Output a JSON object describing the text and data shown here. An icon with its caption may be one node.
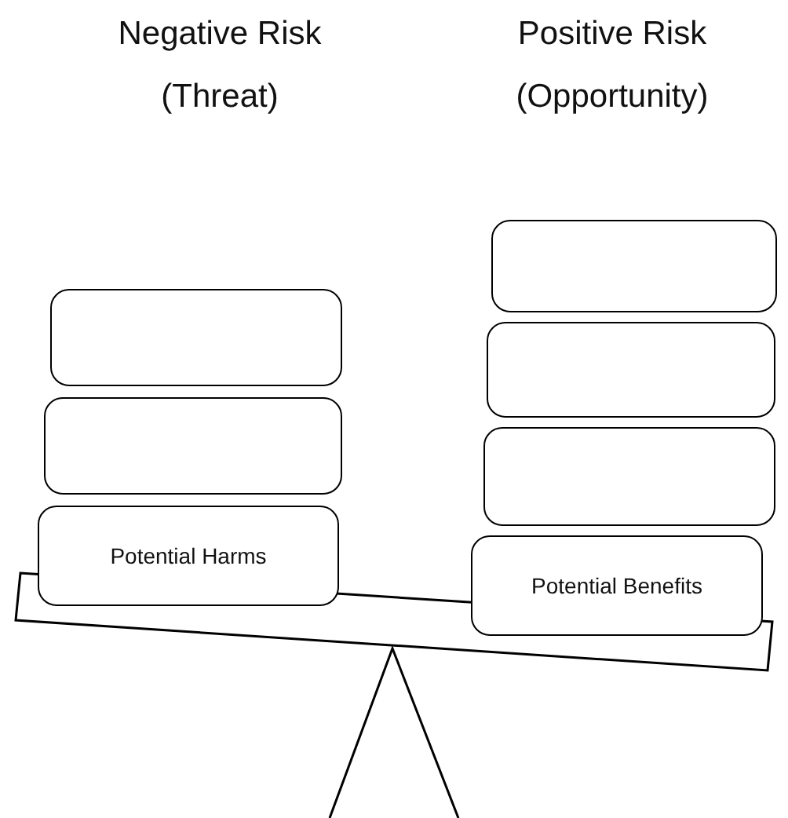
{
  "diagram": {
    "nodes": [
      {
        "text": [],
        "shape": "box"
      },
      {
        "text": [],
        "shape": "box"
      },
      {
        "text": [
          "Potential Harms"
        ]
      },
      {
        "text": [],
        "shape": "box"
      },
      {
        "text": [],
        "shape": "box"
      },
      {
        "text": [],
        "shape": "box"
      },
      {
        "text": [
          "Potential Benefits"
        ]
      }
    ],
    "labels": [
      "Negative Risk (Threat)",
      "Positive Risk (Opportunity)"
    ]
  }
}
